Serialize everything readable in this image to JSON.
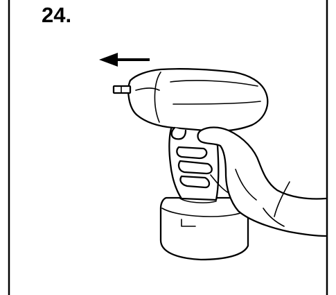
{
  "step": {
    "number": "24."
  },
  "illustration": {
    "subject": "cordless-drill-in-hand",
    "direction": "left",
    "stroke_color": "#000000",
    "fill_color": "#ffffff"
  }
}
